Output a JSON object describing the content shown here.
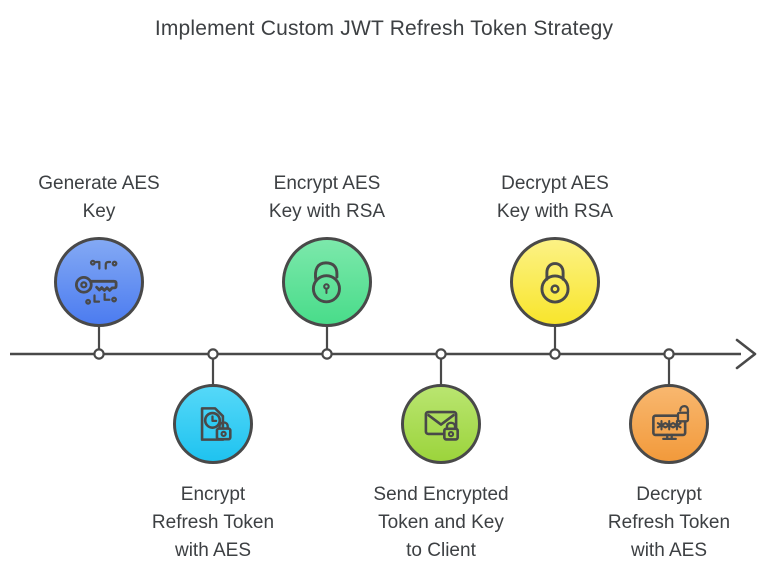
{
  "title": "Implement Custom JWT Refresh Token Strategy",
  "colors": {
    "background": "#ffffff",
    "text": "#3d4043",
    "outline": "#494949",
    "node_fill": "#ffffff"
  },
  "steps": [
    {
      "name": "generate-aes-key",
      "position": "above-line",
      "label_lines": [
        "Generate AES",
        "Key"
      ],
      "icon": "key-circuit-icon",
      "circle_top": "#83a9f4",
      "circle_bottom": "#4c7cf0"
    },
    {
      "name": "encrypt-refresh-token-with-aes",
      "position": "below-line",
      "label_lines": [
        "Encrypt",
        "Refresh Token",
        "with AES"
      ],
      "icon": "document-clock-lock-icon",
      "circle_top": "#55d8f8",
      "circle_bottom": "#1fc3f0"
    },
    {
      "name": "encrypt-aes-key-with-rsa",
      "position": "above-line",
      "label_lines": [
        "Encrypt AES",
        "Key with RSA"
      ],
      "icon": "unlocked-padlock-icon",
      "circle_top": "#7ce8ab",
      "circle_bottom": "#49dc8a"
    },
    {
      "name": "send-encrypted-token-and-key-to-client",
      "position": "below-line",
      "label_lines": [
        "Send Encrypted",
        "Token and Key",
        "to Client"
      ],
      "icon": "envelope-lock-icon",
      "circle_top": "#b9e570",
      "circle_bottom": "#9cd43c"
    },
    {
      "name": "decrypt-aes-key-with-rsa",
      "position": "above-line",
      "label_lines": [
        "Decrypt AES",
        "Key with RSA"
      ],
      "icon": "locked-padlock-icon",
      "circle_top": "#fcf285",
      "circle_bottom": "#f8e52c"
    },
    {
      "name": "decrypt-refresh-token-with-aes",
      "position": "below-line",
      "label_lines": [
        "Decrypt",
        "Refresh Token",
        "with AES"
      ],
      "icon": "monitor-password-lock-icon",
      "circle_top": "#f8b76f",
      "circle_bottom": "#f29a3b"
    }
  ]
}
